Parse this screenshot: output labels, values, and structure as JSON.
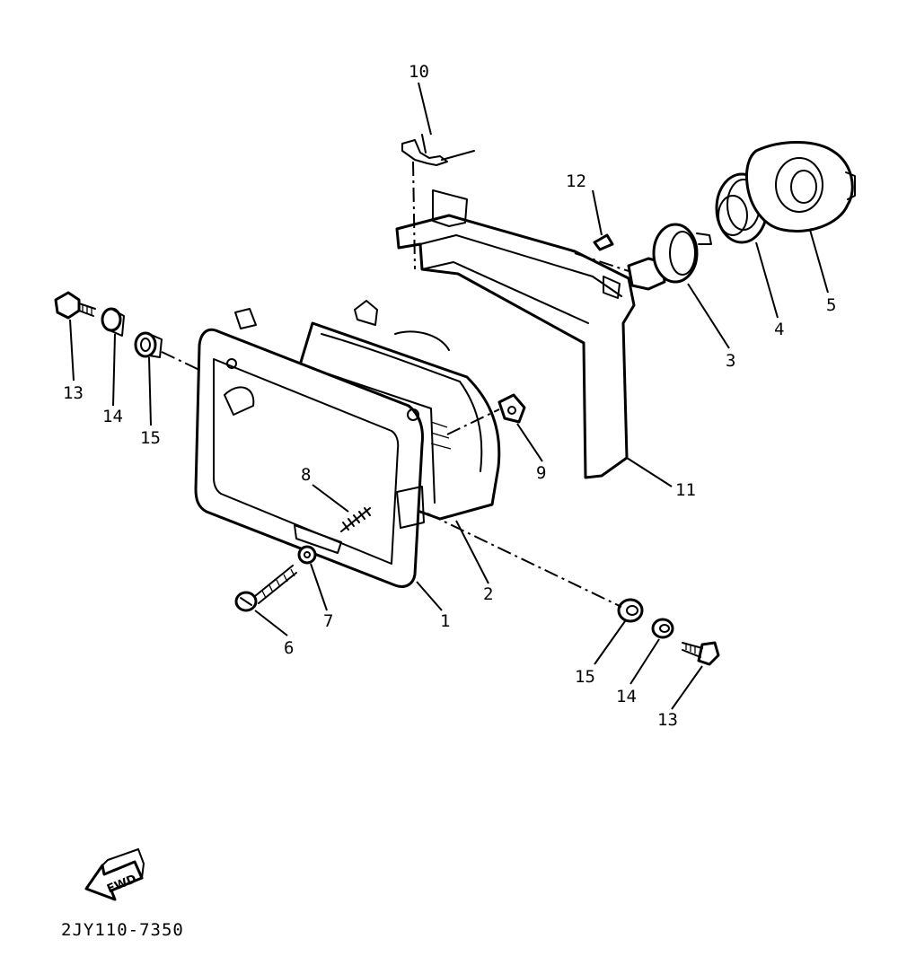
{
  "diagram_code": "2JY110-7350",
  "fwd_label": "FWD",
  "callouts": {
    "c1": "1",
    "c2": "2",
    "c3": "3",
    "c4": "4",
    "c5": "5",
    "c6": "6",
    "c7": "7",
    "c8": "8",
    "c9": "9",
    "c10": "10",
    "c11": "11",
    "c12": "12",
    "c13_left": "13",
    "c14_left": "14",
    "c15_left": "15",
    "c13_right": "13",
    "c14_right": "14",
    "c15_right": "15"
  }
}
